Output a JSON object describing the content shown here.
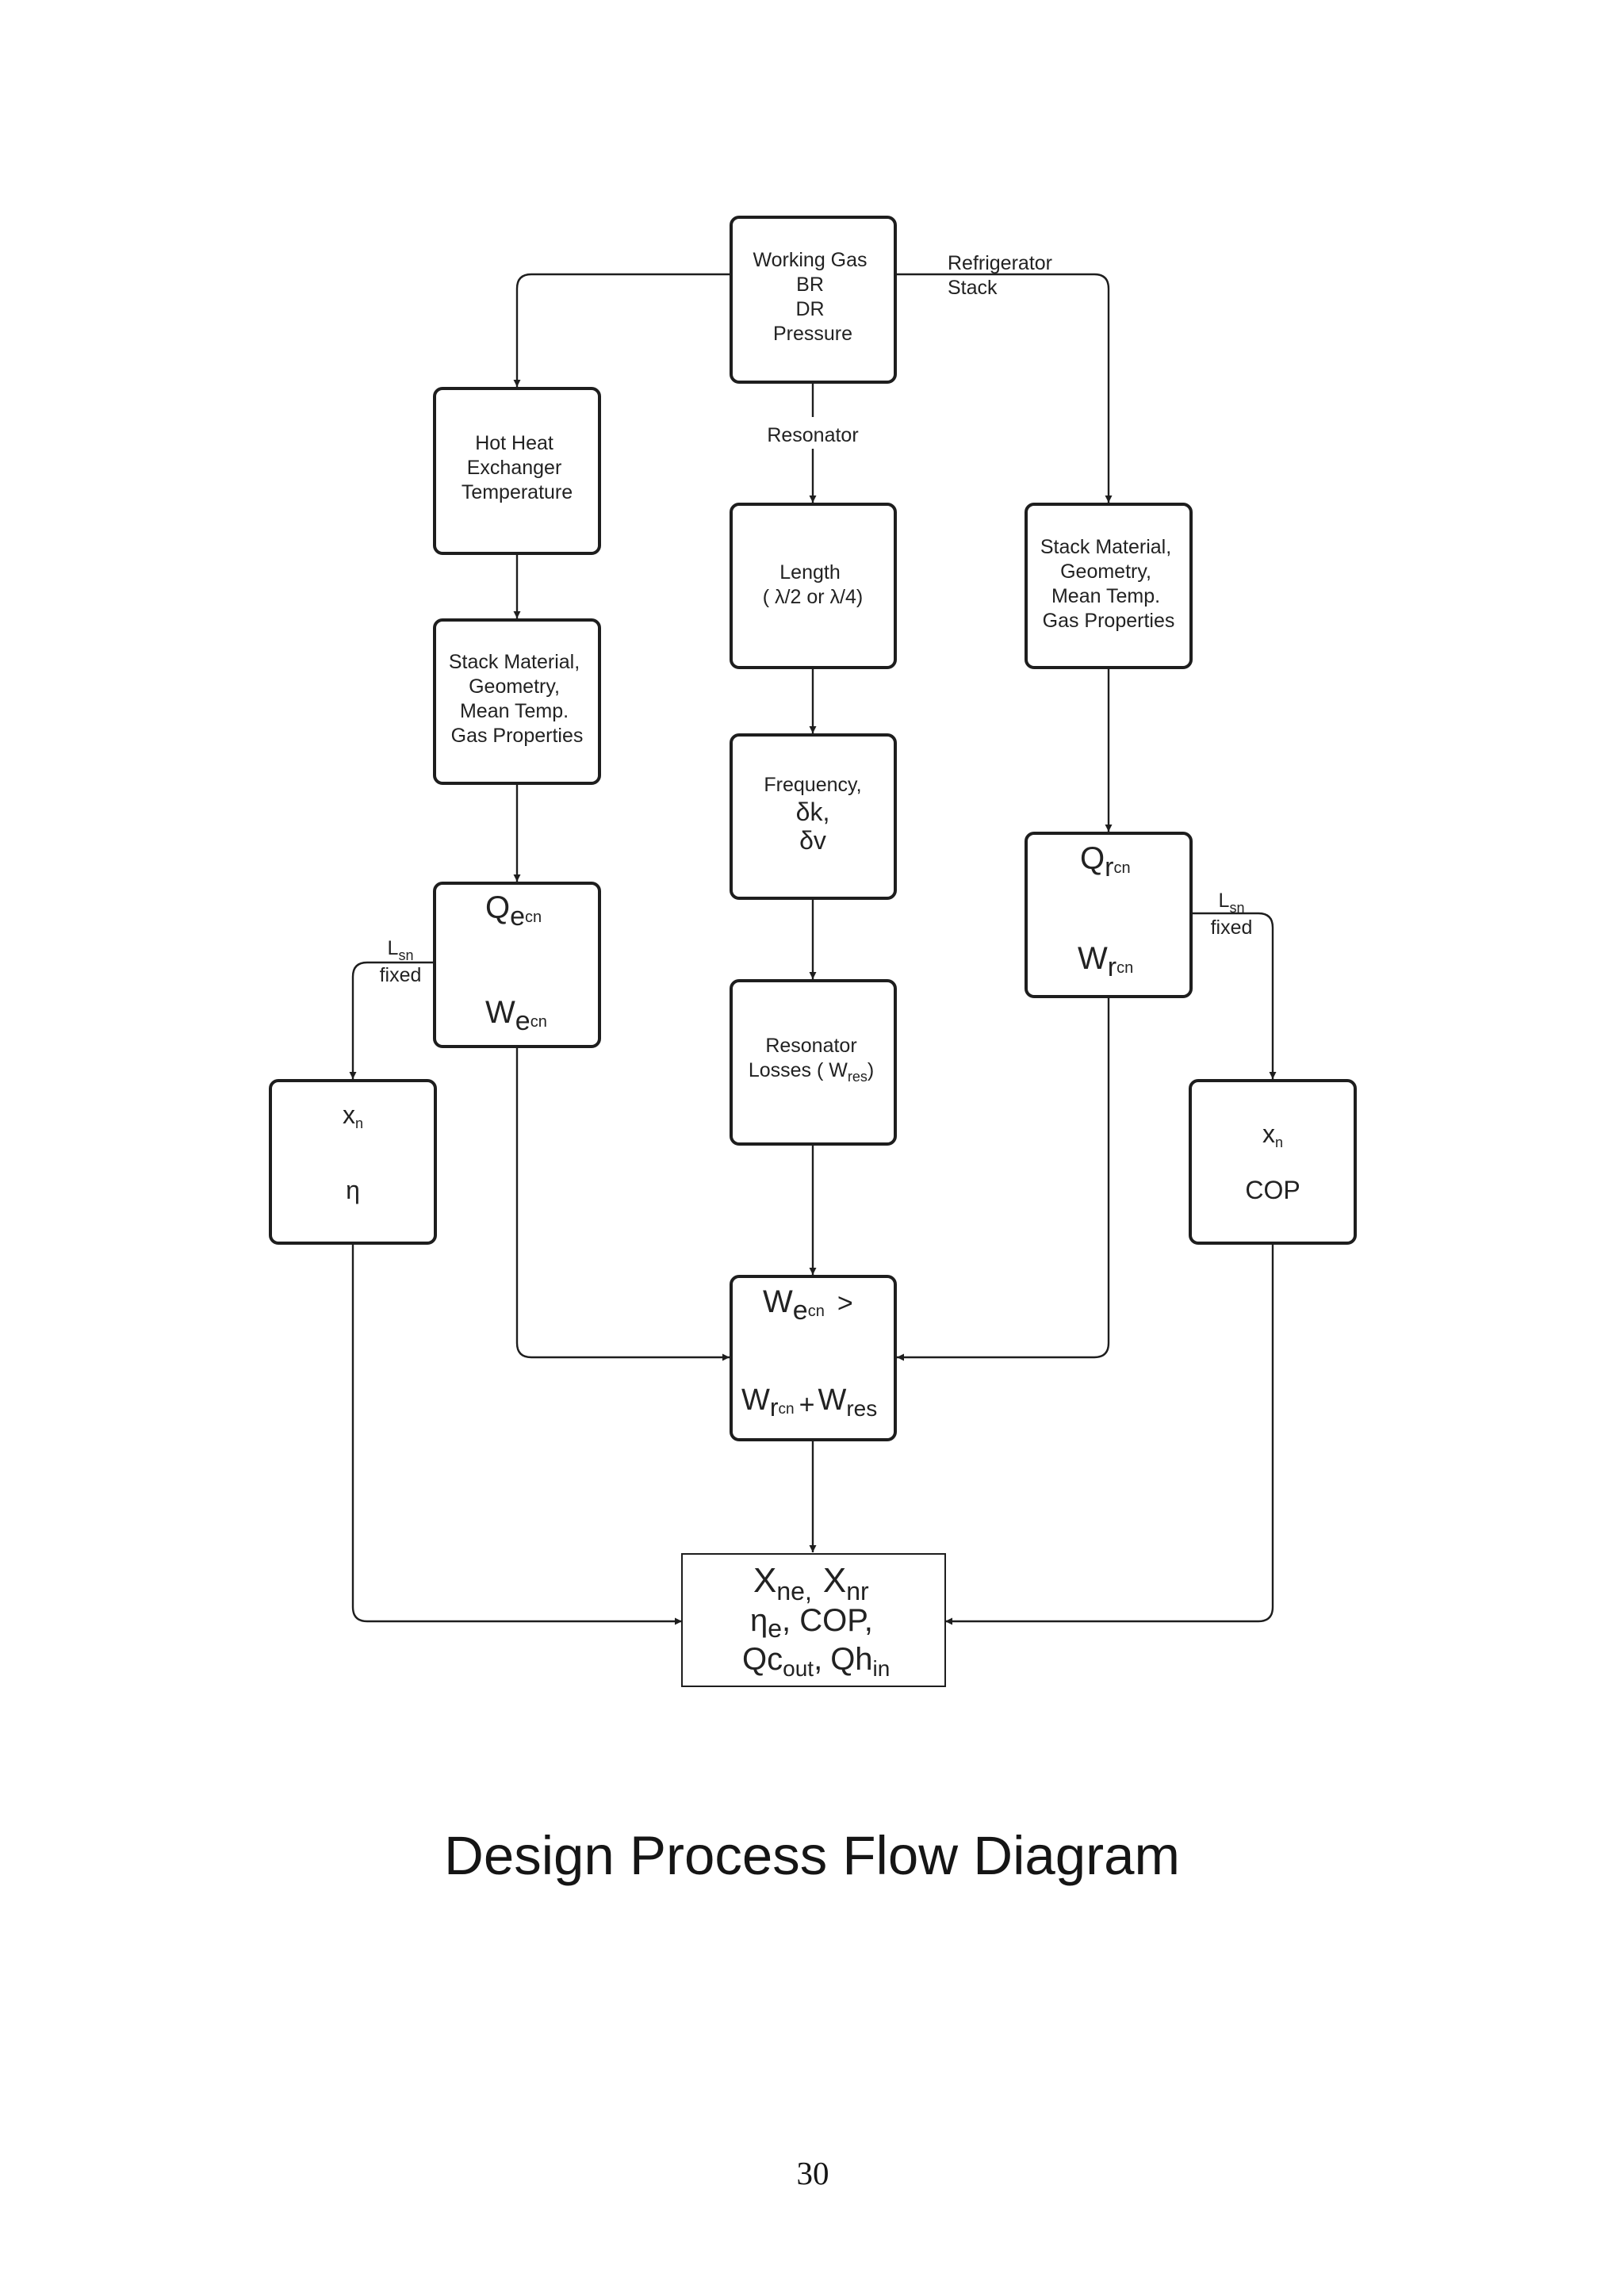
{
  "diagram": {
    "caption": "Design Process Flow Diagram",
    "page_number": "30",
    "colors": {
      "line": "#1e1e1e",
      "text": "#222222",
      "background": "#ffffff"
    },
    "nodes": {
      "working_gas": {
        "lines": [
          "Working Gas",
          "BR",
          "DR",
          "Pressure"
        ]
      },
      "hot_heat_exchanger": {
        "lines": [
          "Hot Heat",
          "Exchanger",
          "Temperature"
        ]
      },
      "length": {
        "line1": "Length",
        "line2": "( λ/2 or λ/4)"
      },
      "stack_left": {
        "lines": [
          "Stack Material,",
          "Geometry,",
          "Mean Temp.",
          "Gas Properties"
        ]
      },
      "stack_right": {
        "lines": [
          "Stack Material,",
          "Geometry,",
          "Mean Temp.",
          "Gas Properties"
        ]
      },
      "frequency": {
        "line1": "Frequency,",
        "line2": "δk,",
        "line3": "δv"
      },
      "engine_output": {
        "q_main": "Q",
        "q_sub1": "e",
        "q_sub2": "cn",
        "w_main": "W",
        "w_sub1": "e",
        "w_sub2": "cn"
      },
      "refrigerator_output": {
        "q_main": "Q",
        "q_sub1": "r",
        "q_sub2": "cn",
        "w_main": "W",
        "w_sub1": "r",
        "w_sub2": "cn"
      },
      "resonator_losses": {
        "line1": "Resonator",
        "line2_prefix": "Losses ( W",
        "line2_sub": "res",
        "line2_suffix": ")"
      },
      "engine_efficiency": {
        "x_main": "x",
        "x_sub": "n",
        "eta": "η"
      },
      "refrigerator_cop": {
        "x_main": "x",
        "x_sub": "n",
        "cop": "COP"
      },
      "work_condition": {
        "w1_main": "W",
        "w1_sub1": "e",
        "w1_sub2": "cn",
        "gt": ">",
        "w2_main": "W",
        "w2_sub1": "r",
        "w2_sub2": "cn",
        "plus": "+",
        "w3_main": "W",
        "w3_sub": "res"
      },
      "result": {
        "x1_main": "X",
        "x1_sub": "ne,",
        "x2_main": "X",
        "x2_sub": "nr",
        "eta_main": "η",
        "eta_sub": "e",
        "cop": ", COP,",
        "qc_main": "Qc",
        "qc_sub": "out",
        "comma": ",",
        "qh_main": "Qh",
        "qh_sub": "in"
      }
    },
    "edge_labels": {
      "refrigerator_stack": [
        "Refrigerator",
        "Stack"
      ],
      "resonator": "Resonator",
      "lsn_fixed_left": {
        "main": "L",
        "sub": "sn",
        "line2": "fixed"
      },
      "lsn_fixed_right": {
        "main": "L",
        "sub": "sn",
        "line2": "fixed"
      }
    }
  }
}
